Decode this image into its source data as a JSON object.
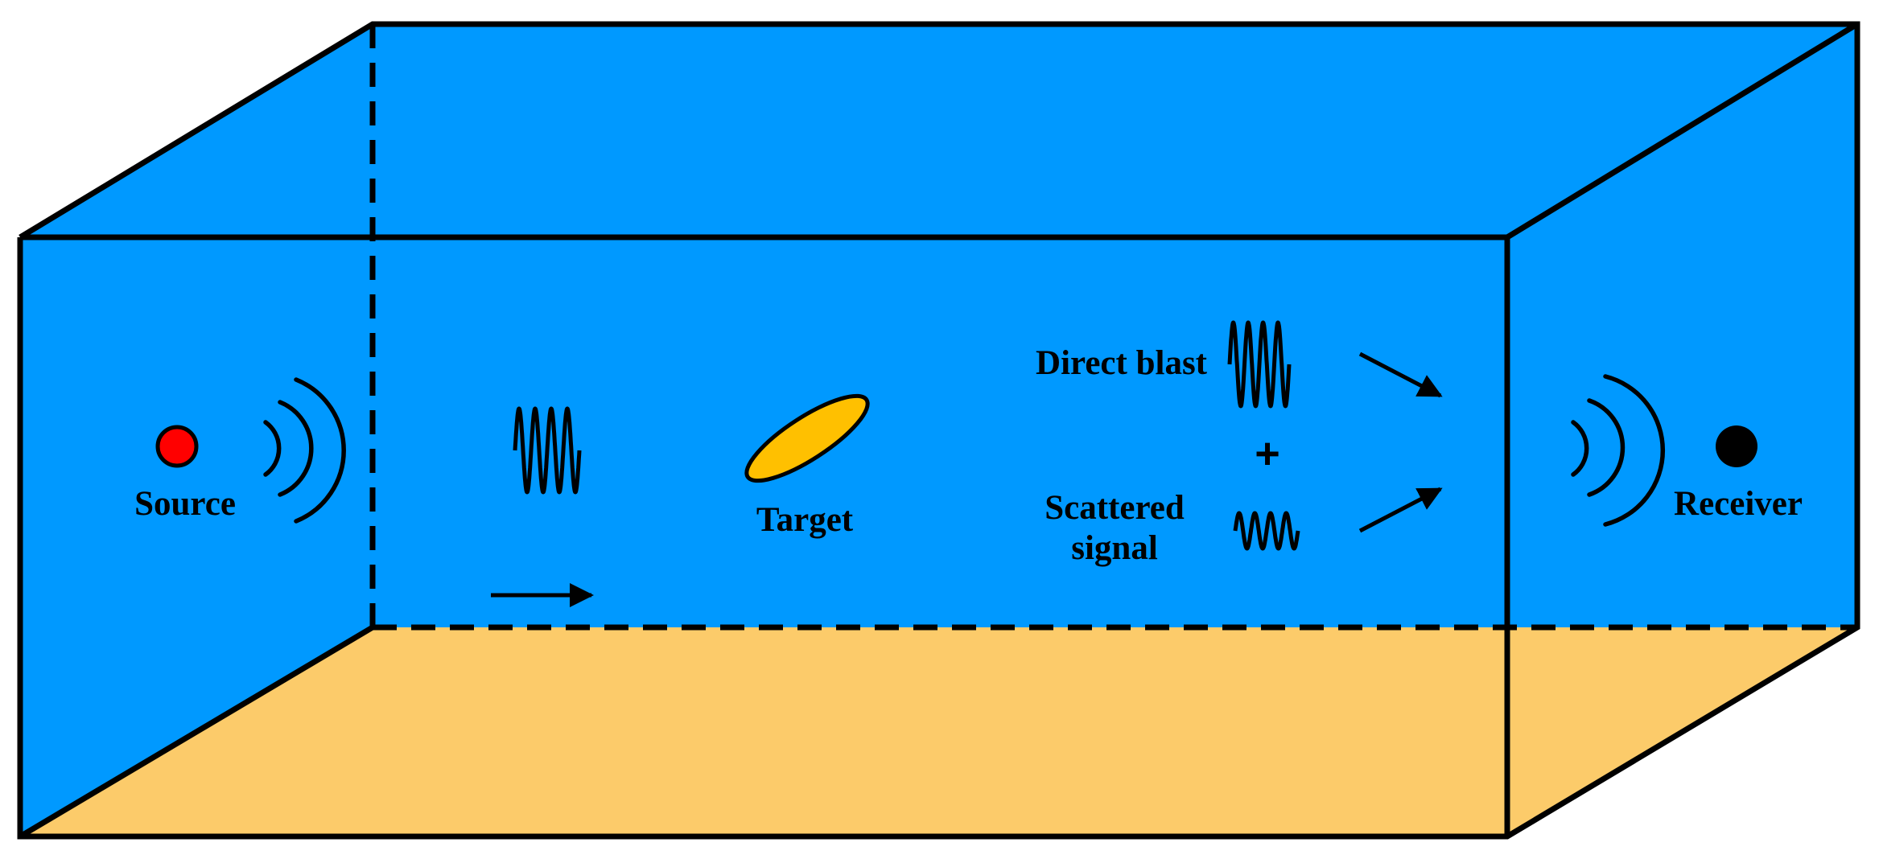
{
  "colors": {
    "water": "#0099ff",
    "seabed": "#fccb6a",
    "source": "#ff0000",
    "target": "#ffc000",
    "receiver": "#000000",
    "outline": "#000000"
  },
  "labels": {
    "source": "Source",
    "target": "Target",
    "receiver": "Receiver",
    "direct_blast": "Direct blast",
    "plus": "+",
    "scattered_line1": "Scattered",
    "scattered_line2": "signal"
  },
  "icons": {
    "source_waves": "sound-wave-arcs-icon",
    "receiver_waves": "sound-wave-arcs-icon",
    "incident_pulse": "sine-pulse-icon",
    "direct_pulse": "sine-pulse-icon",
    "scattered_pulse": "sine-pulse-icon",
    "arrows": "arrow-right-icon"
  }
}
